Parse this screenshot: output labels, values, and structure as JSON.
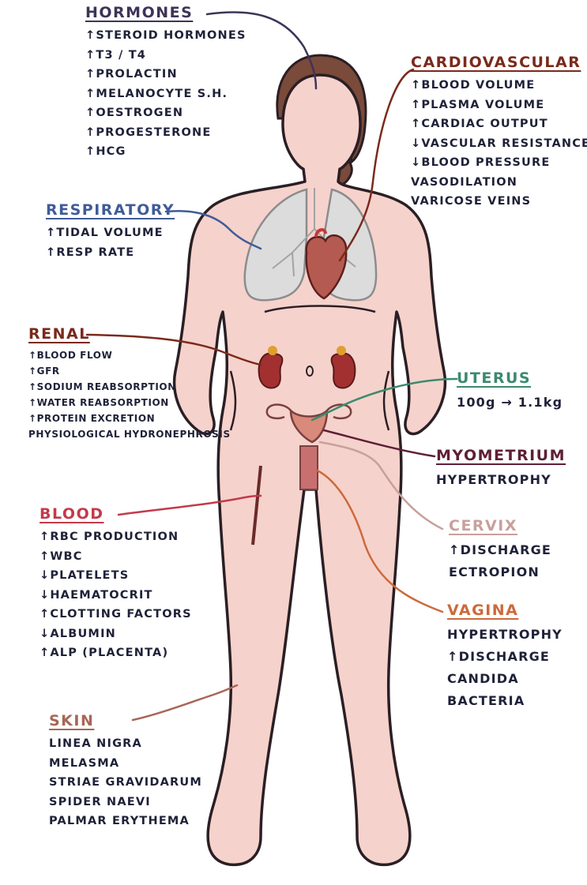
{
  "colors": {
    "hormones": "#3d3458",
    "cardiovascular": "#7a2a1c",
    "respiratory": "#3f5c9a",
    "renal": "#7a2a1c",
    "uterus": "#3c8a6e",
    "myometrium": "#5e1f35",
    "cervix": "#c8a09c",
    "vagina": "#cc6a3a",
    "blood": "#c33a4a",
    "skin": "#a86656",
    "text": "#1f2138",
    "skin_tone": "#f6d2cc",
    "outline": "#2a1f24"
  },
  "icons": {
    "up": "↑",
    "down": "↓"
  },
  "sections": {
    "hormones": {
      "heading": "HORMONES",
      "items": [
        "↑STEROID HORMONES",
        "↑T3 / T4",
        "↑PROLACTIN",
        "↑MELANOCYTE S.H.",
        "↑OESTROGEN",
        "↑PROGESTERONE",
        "↑HCG"
      ]
    },
    "cardiovascular": {
      "heading": "CARDIOVASCULAR",
      "items": [
        "↑BLOOD VOLUME",
        "↑PLASMA VOLUME",
        "↑CARDIAC OUTPUT",
        "↓VASCULAR RESISTANCE",
        "↓BLOOD PRESSURE",
        "VASODILATION",
        "VARICOSE VEINS"
      ]
    },
    "respiratory": {
      "heading": "RESPIRATORY",
      "items": [
        "↑TIDAL VOLUME",
        "↑RESP RATE"
      ]
    },
    "renal": {
      "heading": "RENAL",
      "items": [
        "↑BLOOD FLOW",
        "↑GFR",
        "↑SODIUM REABSORPTION",
        "↑WATER REABSORPTION",
        "↑PROTEIN EXCRETION",
        "PHYSIOLOGICAL HYDRONEPHROSIS"
      ]
    },
    "uterus": {
      "heading": "UTERUS",
      "items": [
        "100g → 1.1kg"
      ]
    },
    "myometrium": {
      "heading": "MYOMETRIUM",
      "items": [
        "HYPERTROPHY"
      ]
    },
    "cervix": {
      "heading": "CERVIX",
      "items": [
        "↑DISCHARGE",
        "ECTROPION"
      ]
    },
    "vagina": {
      "heading": "VAGINA",
      "items": [
        "HYPERTROPHY",
        "↑DISCHARGE",
        "CANDIDA",
        "BACTERIA"
      ]
    },
    "blood": {
      "heading": "BLOOD",
      "items": [
        "↑RBC PRODUCTION",
        "↑WBC",
        "↓PLATELETS",
        "↓HAEMATOCRIT",
        "↑CLOTTING FACTORS",
        "↓ALBUMIN",
        "↑ALP (PLACENTA)"
      ]
    },
    "skin": {
      "heading": "SKIN",
      "items": [
        "LINEA NIGRA",
        "MELASMA",
        "STRIAE GRAVIDARUM",
        "SPIDER NAEVI",
        "PALMAR ERYTHEMA"
      ]
    }
  }
}
